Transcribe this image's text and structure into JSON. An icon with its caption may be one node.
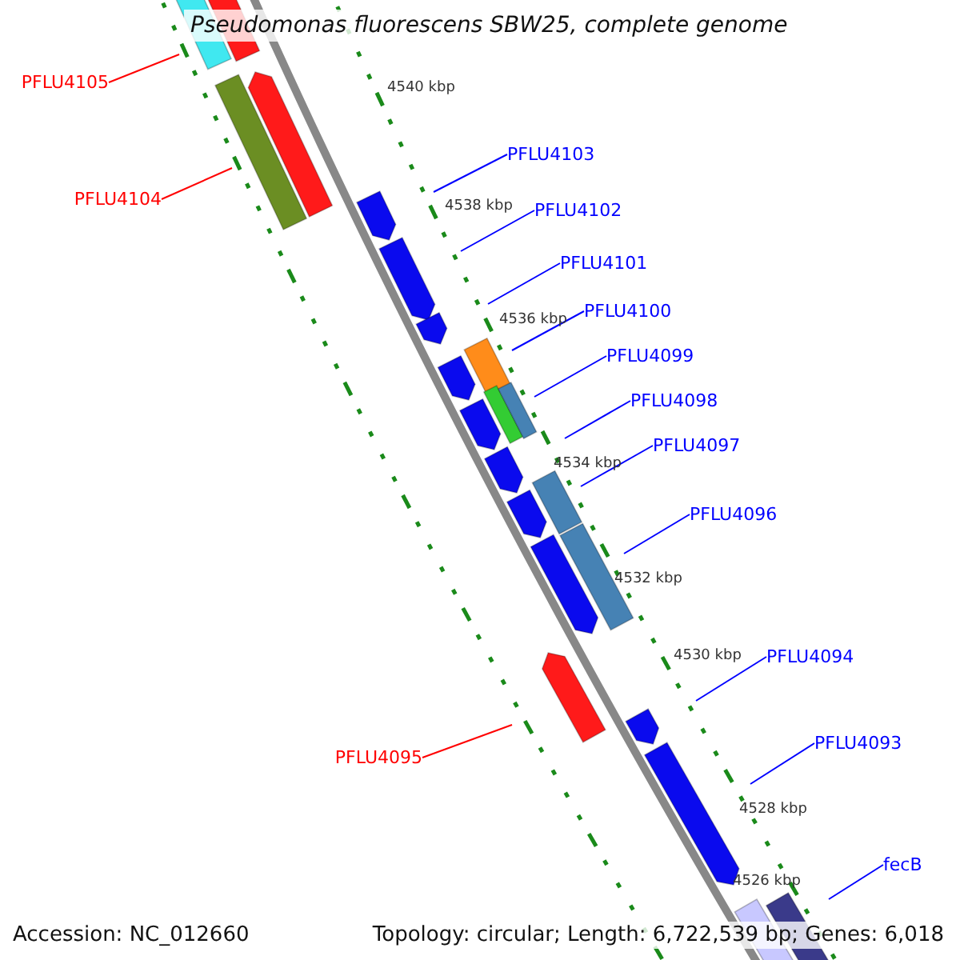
{
  "diagram": {
    "title": "Pseudomonas fluorescens SBW25, complete genome",
    "nodes": [
      {
        "text": [
          "PFLU4105"
        ]
      },
      {
        "text": [
          "PFLU4104"
        ]
      },
      {
        "text": [
          "PFLU4103"
        ]
      },
      {
        "text": [
          "PFLU4102"
        ]
      },
      {
        "text": [
          "PFLU4101"
        ]
      },
      {
        "text": [
          "PFLU4100"
        ]
      },
      {
        "text": [
          "PFLU4099"
        ]
      },
      {
        "text": [
          "PFLU4098"
        ]
      },
      {
        "text": [
          "PFLU4097"
        ]
      },
      {
        "text": [
          "PFLU4096"
        ]
      },
      {
        "text": [
          "PFLU4094"
        ]
      },
      {
        "text": [
          "PFLU4093"
        ]
      },
      {
        "text": [
          "PFLU4095"
        ]
      },
      {
        "text": [
          "fecB"
        ]
      }
    ],
    "edges": [
      {
        "from": 0,
        "to": null,
        "arrow": "none",
        "color": "#ff0000"
      },
      {
        "from": 1,
        "to": null,
        "arrow": "none",
        "color": "#ff0000"
      },
      {
        "from": 2,
        "to": null,
        "arrow": "none"
      },
      {
        "from": 3,
        "to": null,
        "arrow": "none"
      },
      {
        "from": 4,
        "to": null,
        "arrow": "none"
      },
      {
        "from": 5,
        "to": null,
        "arrow": "none"
      },
      {
        "from": 6,
        "to": null,
        "arrow": "none"
      },
      {
        "from": 7,
        "to": null,
        "arrow": "none"
      },
      {
        "from": 8,
        "to": null,
        "arrow": "none"
      },
      {
        "from": 9,
        "to": null,
        "arrow": "none"
      },
      {
        "from": 10,
        "to": null,
        "arrow": "none"
      },
      {
        "from": 11,
        "to": null,
        "arrow": "none"
      },
      {
        "from": 12,
        "to": null,
        "arrow": "none",
        "color": "#ff0000"
      },
      {
        "from": 13,
        "to": null,
        "arrow": "none"
      }
    ],
    "labels": [
      "4540 kbp",
      "4538 kbp",
      "4536 kbp",
      "4534 kbp",
      "4532 kbp",
      "4530 kbp",
      "4528 kbp",
      "4526 kbp",
      "Accession: NC_012660",
      "Topology: circular; Length: 6,722,539 bp; Genes: 6,018"
    ]
  }
}
